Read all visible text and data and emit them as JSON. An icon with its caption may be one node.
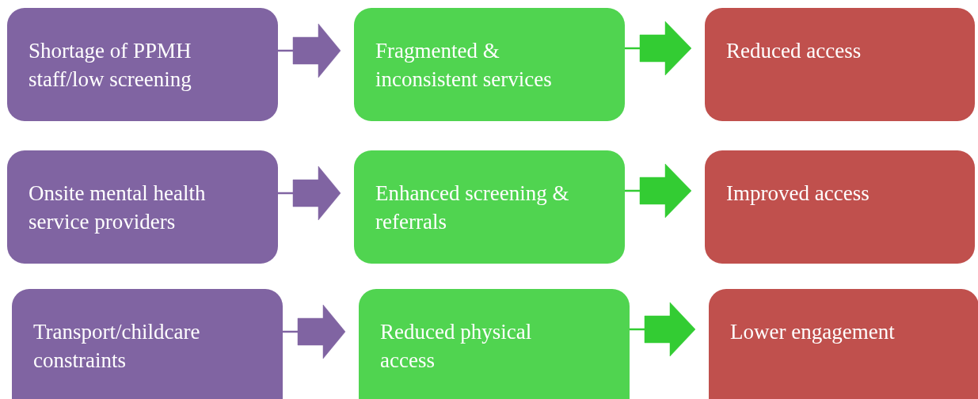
{
  "diagram": {
    "nodes": [
      {
        "text": [
          "Shortage of PPMH staff/low screening"
        ]
      },
      {
        "text": [
          "Fragmented & inconsistent services"
        ]
      },
      {
        "text": [
          "Reduced access"
        ]
      },
      {
        "text": [
          "Onsite mental health service providers"
        ]
      },
      {
        "text": [
          "Enhanced screening & referrals"
        ]
      },
      {
        "text": [
          "Improved access"
        ]
      },
      {
        "text": [
          "Transport/childcare constraints"
        ]
      },
      {
        "text": [
          "Reduced physical access"
        ]
      },
      {
        "text": [
          "Lower engagement"
        ]
      }
    ],
    "edges": [
      {
        "from": 0,
        "to": 1,
        "arrow": "to"
      },
      {
        "from": 1,
        "to": 2,
        "arrow": "to",
        "color": "#33cc33"
      },
      {
        "from": 3,
        "to": 4,
        "arrow": "to"
      },
      {
        "from": 4,
        "to": 5,
        "arrow": "to",
        "color": "#33cc33"
      },
      {
        "from": 6,
        "to": 7,
        "arrow": "to"
      },
      {
        "from": 7,
        "to": 8,
        "arrow": "to",
        "color": "#33cc33"
      }
    ]
  }
}
